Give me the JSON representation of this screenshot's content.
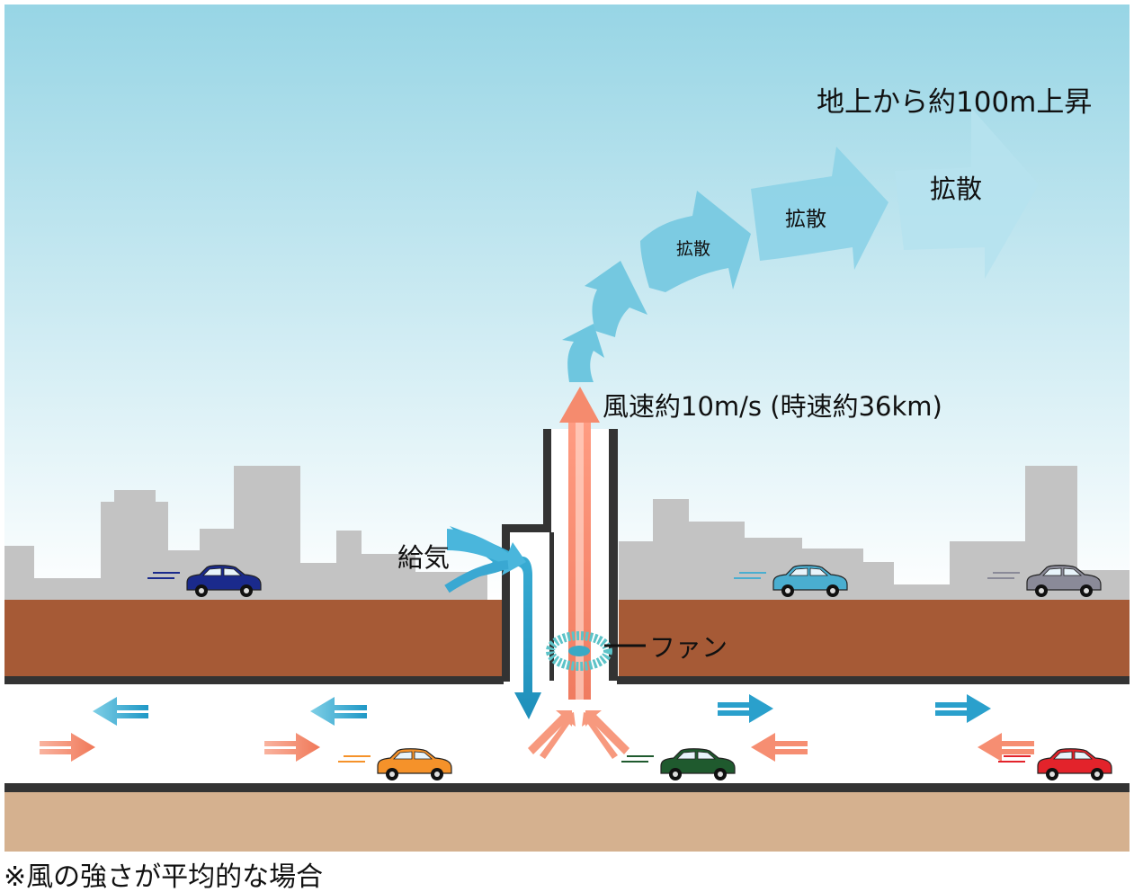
{
  "labels": {
    "rise": "地上から約100m上昇",
    "diffuse_1": "拡散",
    "diffuse_2": "拡散",
    "diffuse_3": "拡散",
    "wind_speed": "風速約10m/s (時速約36km)",
    "intake": "給気",
    "fan": "ファン",
    "footnote": "※風の強さが平均的な場合"
  },
  "colors": {
    "sky_top": "#97d5e5",
    "sky_bottom": "#ffffff",
    "ground": "#a45c38",
    "soil": "#d5b18f",
    "buildings": "#c0c0c0",
    "exhaust_arrow": "#f58b6e",
    "intake_arrow": "#2b9fc8",
    "diffusion_arrow": "#6ec6df",
    "wall": "#333333"
  },
  "cars": [
    {
      "name": "car-navy",
      "color": "#1a2a8c"
    },
    {
      "name": "car-light-blue",
      "color": "#4aaed0"
    },
    {
      "name": "car-gray",
      "color": "#8a8a98"
    },
    {
      "name": "car-orange",
      "color": "#f5922a"
    },
    {
      "name": "car-dark-green",
      "color": "#1f5a2e"
    },
    {
      "name": "car-red",
      "color": "#e3232b"
    }
  ]
}
